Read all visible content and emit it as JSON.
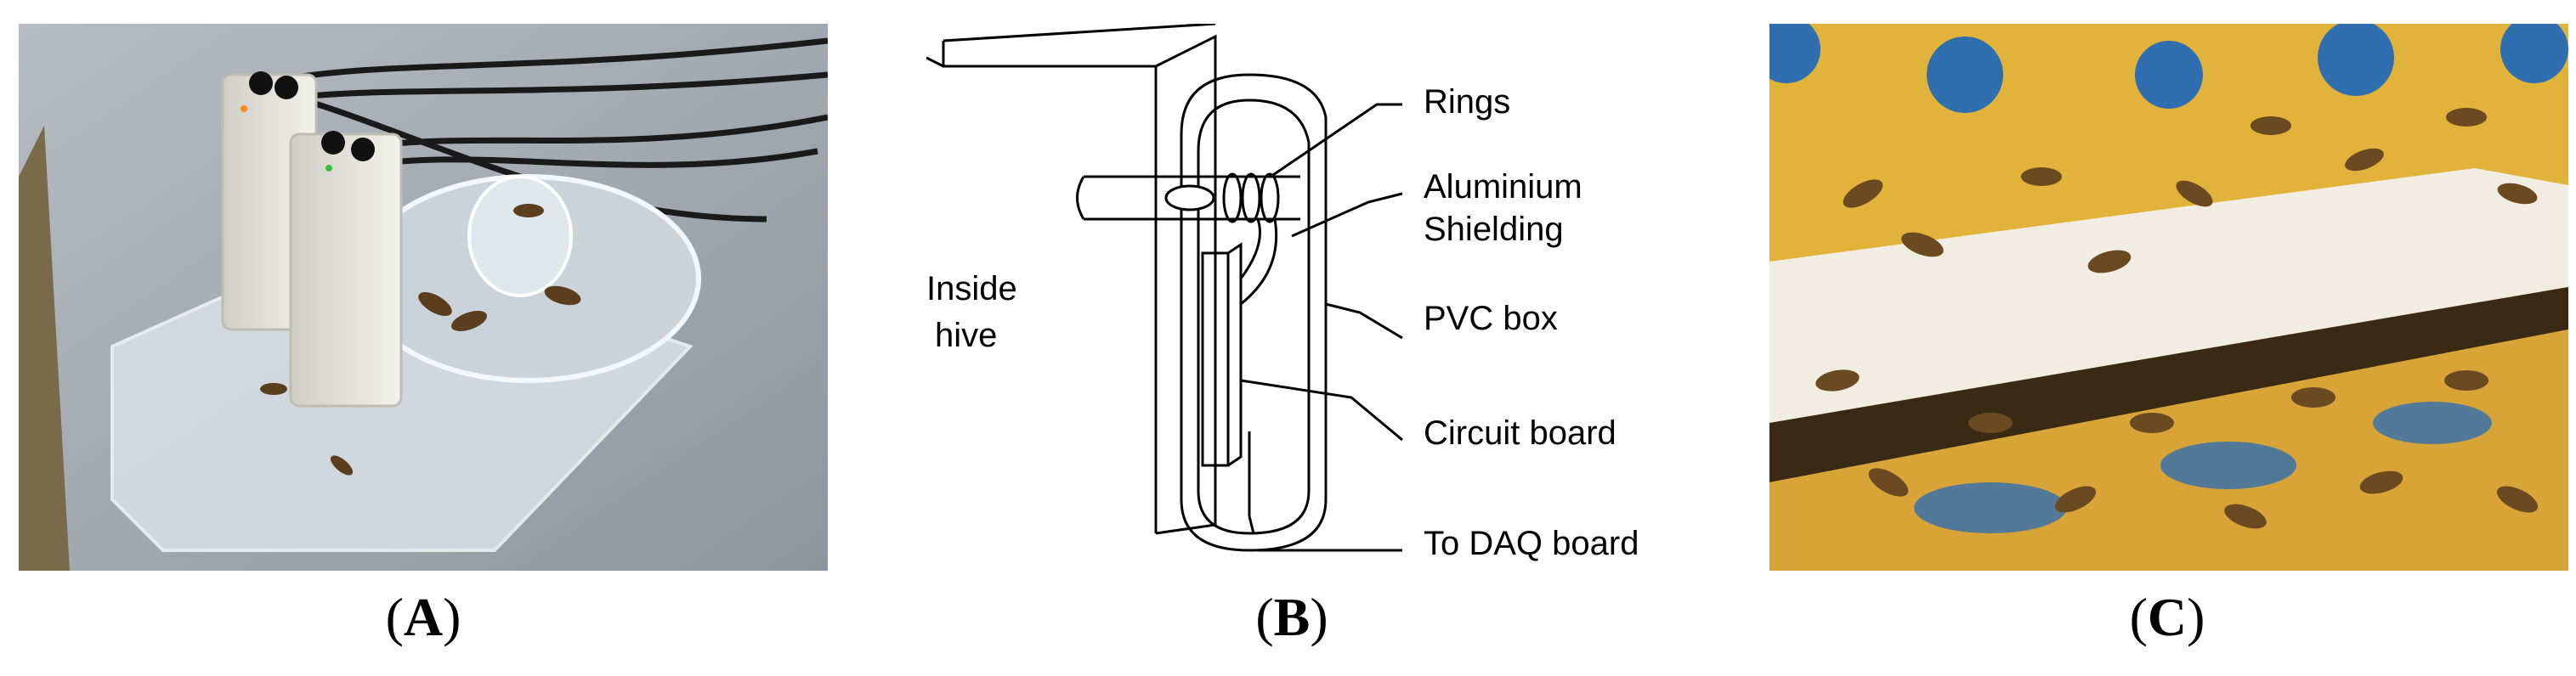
{
  "panels": [
    {
      "label": "(A)",
      "label_letter": "A"
    },
    {
      "label": "(B)",
      "label_letter": "B",
      "diagram": {
        "text_inside": "Inside",
        "text_hive": "hive",
        "callouts": [
          "Rings",
          "Aluminium",
          "Shielding",
          "PVC box",
          "Circuit board",
          "To DAQ board"
        ]
      }
    },
    {
      "label": "(C)",
      "label_letter": "C"
    }
  ],
  "colors": {
    "photo_a_table": "#9aa2aa",
    "photo_a_device": "#e8e8e2",
    "photo_c_wood": "#e2b33a",
    "photo_c_dot": "#2f6fb0",
    "photo_c_white": "#f1ede2",
    "bee": "#6b4a22"
  }
}
